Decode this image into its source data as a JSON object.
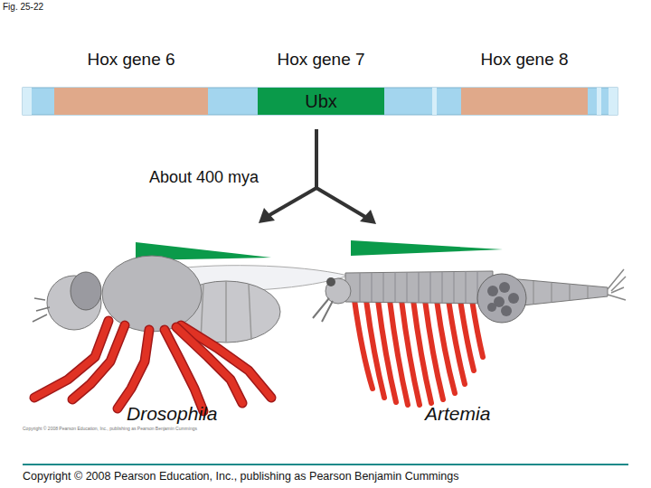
{
  "diagram": {
    "nodes": [
      {
        "text": [
          "Hox gene 6"
        ]
      },
      {
        "text": [
          "Hox gene 7",
          "Ubx"
        ]
      },
      {
        "text": [
          "Hox gene 8"
        ]
      }
    ],
    "labels": [
      "Fig. 25-22",
      "About 400 mya",
      "Drosophila",
      "Artemia",
      "Copyright © 2008 Pearson Education, Inc., publishing as Pearson Benjamin Cummings",
      "Copyright © 2008 Pearson Education, Inc., publishing as Pearson Benjamin Cummings"
    ]
  }
}
